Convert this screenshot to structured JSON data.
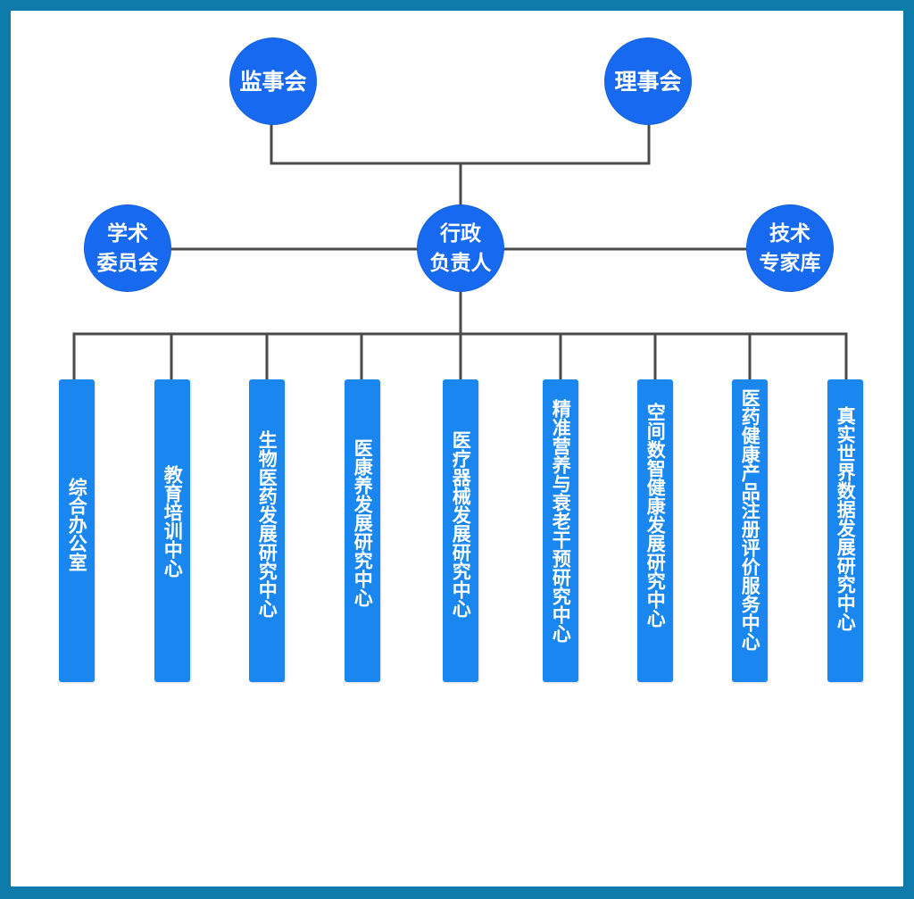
{
  "top_nodes": {
    "supervisory_board": "监事会",
    "council": "理事会"
  },
  "middle_nodes": {
    "academic_committee": [
      "学术",
      "委员会"
    ],
    "administrative_head": [
      "行政",
      "负责人"
    ],
    "expert_pool": [
      "技术",
      "专家库"
    ]
  },
  "departments": [
    "综合办公室",
    "教育培训中心",
    "生物医药发展研究中心",
    "医康养发展研究中心",
    "医疗器械发展研究中心",
    "精准营养与衰老干预研究中心",
    "空间数智健康发展研究中心",
    "医药健康产品注册评价服务中心",
    "真实世界数据发展研究中心"
  ],
  "colors": {
    "border": "#0e7bab",
    "circle": "#1769f0",
    "bar": "#1a87f0",
    "line": "#4a4a4a"
  }
}
